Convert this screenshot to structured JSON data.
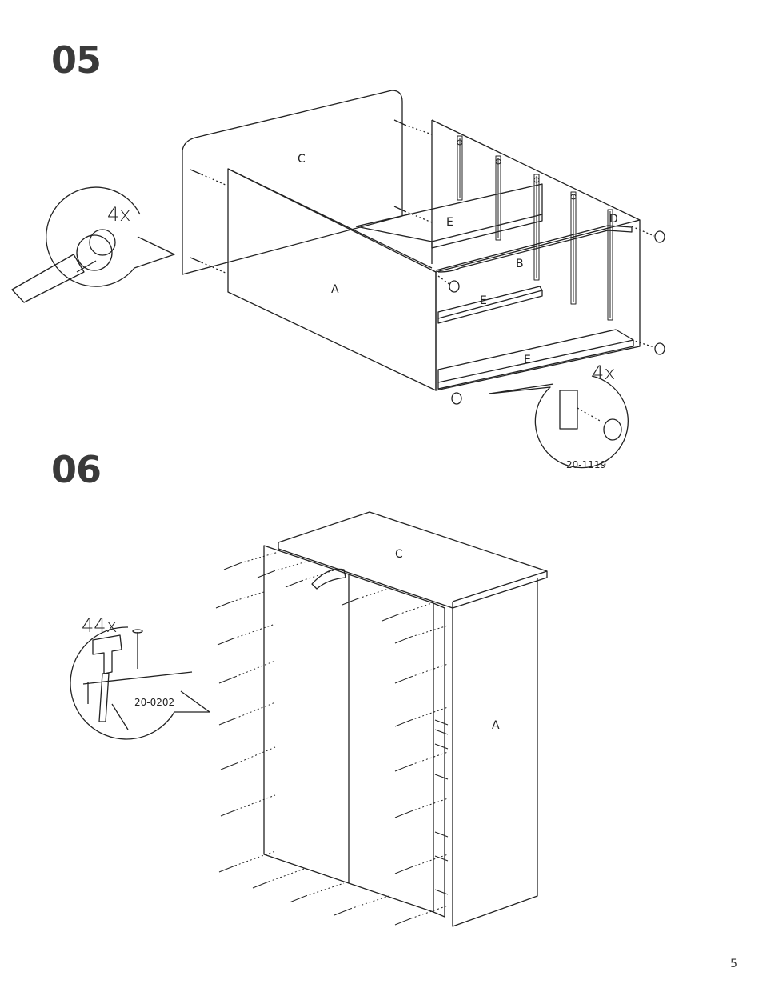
{
  "steps": [
    {
      "number": "05",
      "parts": {
        "C": "C",
        "A": "A",
        "B": "B",
        "D": "D",
        "E_top": "E",
        "E_mid": "E",
        "E_bottom": "E"
      },
      "callouts": [
        {
          "quantity": "4x",
          "tool": "screwdriver-cam-lock"
        },
        {
          "quantity": "4x",
          "part_code": "20-1119",
          "tool": "glide-foot"
        }
      ]
    },
    {
      "number": "06",
      "parts": {
        "C": "C",
        "A": "A"
      },
      "callouts": [
        {
          "quantity": "44x",
          "part_code": "20-0202",
          "tool": "hammer-nail"
        }
      ]
    }
  ],
  "page_number": "5"
}
